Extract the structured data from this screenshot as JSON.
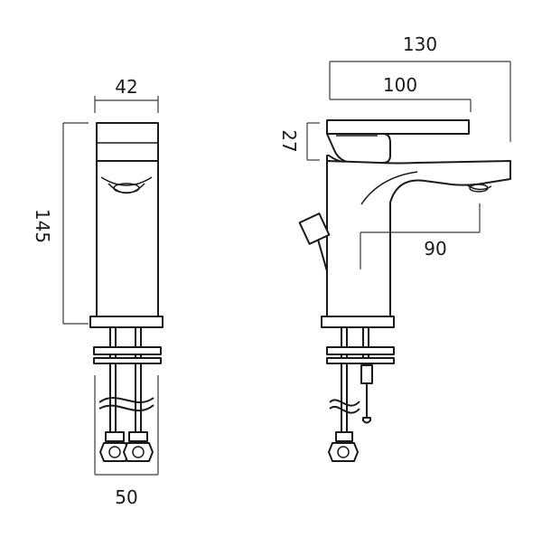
{
  "dimensions": {
    "front_width": "42",
    "front_height": "145",
    "base_width": "50",
    "side_total": "130",
    "side_handle": "100",
    "side_lever_height": "27",
    "side_reach": "90"
  },
  "colors": {
    "line": "#1a1a1a",
    "background": "#ffffff"
  }
}
